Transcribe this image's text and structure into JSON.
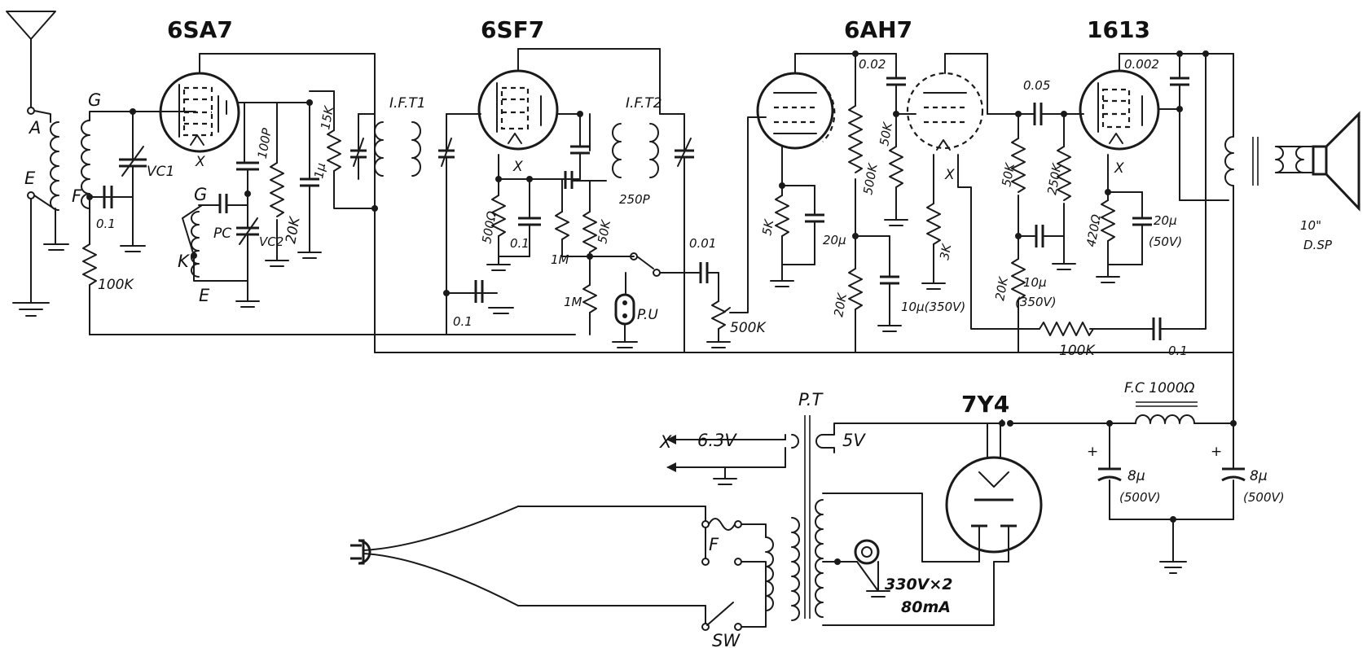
{
  "tubes": {
    "converter": "6SA7",
    "if_amp": "6SF7",
    "detector_af": "6AH7",
    "output": "1613",
    "rectifier": "7Y4"
  },
  "terminals": {
    "antenna": "A",
    "earth": "E",
    "grid": "G",
    "f": "F",
    "g2": "G",
    "k": "K",
    "e2": "E"
  },
  "labels": {
    "vc1": "VC1",
    "vc2": "VC2",
    "pc": "PC",
    "ift1": "I.F.T1",
    "ift2": "I.F.T2",
    "pickup": "P.U",
    "speaker_size": "10\"",
    "speaker": "D.SP",
    "power_transformer": "P.T",
    "fuse": "F",
    "switch": "SW",
    "heater_x": "X",
    "v63": "6.3V",
    "v5": "5V",
    "hv": "330V×2",
    "hv_current": "80mA",
    "choke": "F.C 1000Ω",
    "heater_mark": "X"
  },
  "components": {
    "c_vc1_bypass": "0.1",
    "r_100k_ant": "100K",
    "c_100p": "100P",
    "r_20k_osc": "20K",
    "c_1u": "1μ",
    "r_15k": "15K",
    "r_500ohm": "500Ω",
    "c_01_cath": "0.1",
    "r_1m_a": "1M",
    "r_1m_b": "1M",
    "r_50k_scr": "50K",
    "c_250p": "250P",
    "c_01_avc": "0.1",
    "c_001": "0.01",
    "vr_500k": "500K",
    "r_5k": "5K",
    "c_20u_a": "20μ",
    "c_002": "0.02",
    "r_500k": "500K",
    "r_50k_a": "50K",
    "r_20k_a": "20K",
    "c_10u_a": "10μ(350V)",
    "r_3k": "3K",
    "c_005": "0.05",
    "r_50k_b": "50K",
    "r_250k": "250K",
    "r_20k_b": "20K",
    "c_10u_b": "10μ",
    "c_10u_b_v": "(350V)",
    "r_100k_fb": "100K",
    "c_01_fb": "0.1",
    "r_420": "420Ω",
    "c_20u_b": "20μ",
    "c_20u_b_v": "(50V)",
    "c_0002": "0.002",
    "c_8u_a": "8μ",
    "c_8u_a_v": "(500V)",
    "c_8u_b": "8μ",
    "c_8u_b_v": "(500V)"
  }
}
